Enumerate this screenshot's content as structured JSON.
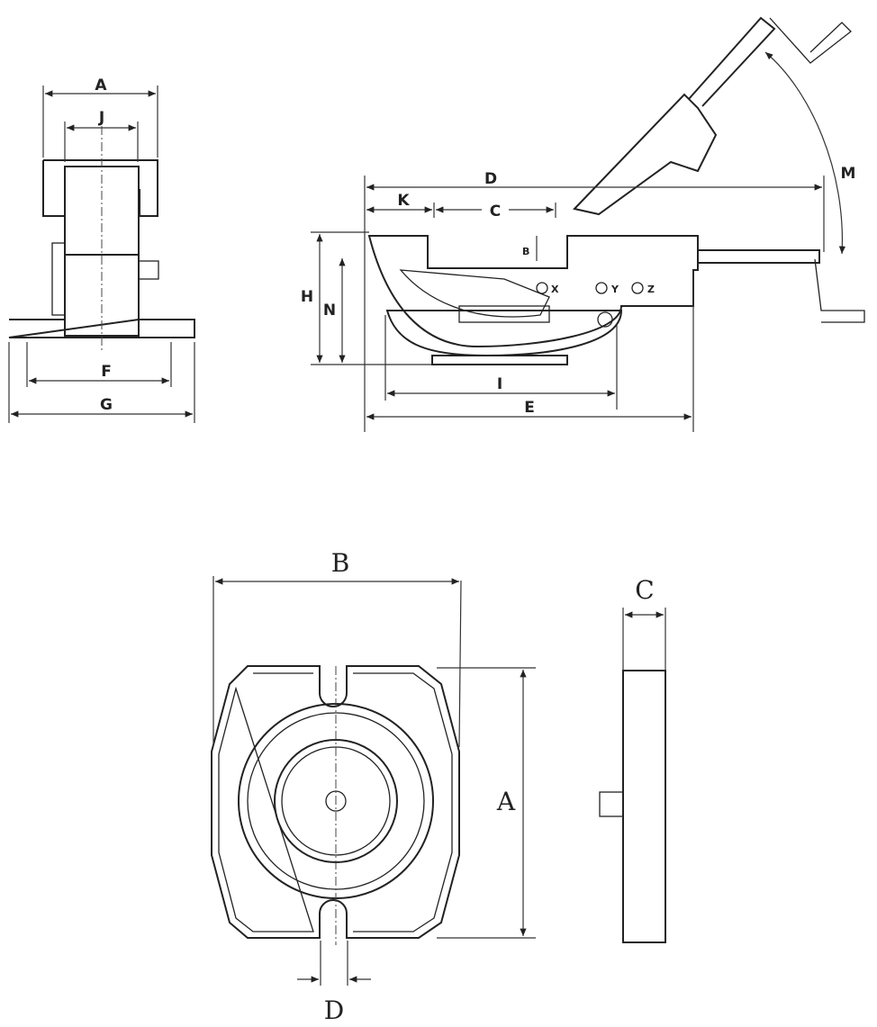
{
  "front_view": {
    "labels": {
      "A": "A",
      "J": "J",
      "F": "F",
      "G": "G"
    }
  },
  "side_view": {
    "labels": {
      "D": "D",
      "K": "K",
      "C": "C",
      "B": "B",
      "H": "H",
      "N": "N",
      "I": "I",
      "E": "E",
      "M": "M",
      "X": "X",
      "Y": "Y",
      "Z": "Z"
    }
  },
  "base_plan": {
    "labels": {
      "B": "B",
      "A": "A",
      "D": "D"
    }
  },
  "base_side": {
    "labels": {
      "C": "C"
    }
  }
}
